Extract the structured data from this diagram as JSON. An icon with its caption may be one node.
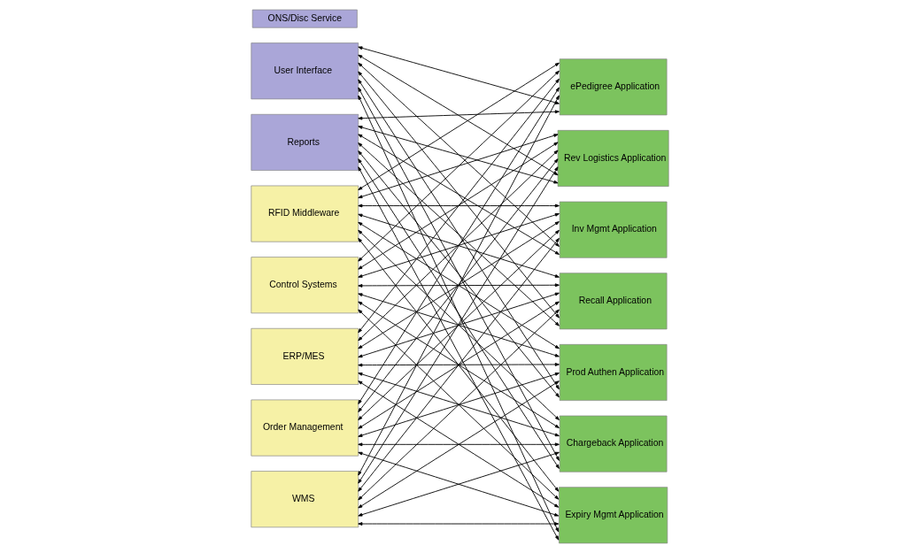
{
  "diagram": {
    "nodes": [
      {
        "text": [
          "ONS/Disc Service"
        ]
      },
      {
        "text": [
          "User Interface"
        ]
      },
      {
        "text": [
          "Reports"
        ]
      },
      {
        "text": [
          "RFID Middleware"
        ]
      },
      {
        "text": [
          "Control Systems"
        ]
      },
      {
        "text": [
          "ERP/MES"
        ]
      },
      {
        "text": [
          "Order Management"
        ]
      },
      {
        "text": [
          "WMS"
        ]
      },
      {
        "text": [
          "ePedigree Application"
        ]
      },
      {
        "text": [
          "Rev Logistics Application"
        ]
      },
      {
        "text": [
          "Inv Mgmt Application"
        ]
      },
      {
        "text": [
          "Recall Application"
        ]
      },
      {
        "text": [
          "Prod Authen Application"
        ]
      },
      {
        "text": [
          "Chargeback Application"
        ]
      },
      {
        "text": [
          "Expiry Mgmt Application"
        ]
      }
    ],
    "edges": [
      {
        "from": 3,
        "to": 8,
        "arrow": "both"
      },
      {
        "from": 3,
        "to": 9,
        "arrow": "both"
      },
      {
        "from": 3,
        "to": 10,
        "arrow": "both"
      },
      {
        "from": 3,
        "to": 11,
        "arrow": "both"
      },
      {
        "from": 3,
        "to": 12,
        "arrow": "both"
      },
      {
        "from": 3,
        "to": 13,
        "arrow": "both"
      },
      {
        "from": 3,
        "to": 14,
        "arrow": "both"
      },
      {
        "from": 4,
        "to": 8,
        "arrow": "both"
      },
      {
        "from": 4,
        "to": 9,
        "arrow": "both"
      },
      {
        "from": 4,
        "to": 10,
        "arrow": "both"
      },
      {
        "from": 4,
        "to": 11,
        "arrow": "both"
      },
      {
        "from": 4,
        "to": 12,
        "arrow": "both"
      },
      {
        "from": 4,
        "to": 13,
        "arrow": "both"
      },
      {
        "from": 4,
        "to": 14,
        "arrow": "both"
      },
      {
        "from": 5,
        "to": 8,
        "arrow": "both"
      },
      {
        "from": 5,
        "to": 9,
        "arrow": "both"
      },
      {
        "from": 5,
        "to": 10,
        "arrow": "both"
      },
      {
        "from": 5,
        "to": 11,
        "arrow": "both"
      },
      {
        "from": 5,
        "to": 12,
        "arrow": "both"
      },
      {
        "from": 5,
        "to": 13,
        "arrow": "both"
      },
      {
        "from": 5,
        "to": 14,
        "arrow": "both"
      },
      {
        "from": 6,
        "to": 8,
        "arrow": "both"
      },
      {
        "from": 6,
        "to": 9,
        "arrow": "both"
      },
      {
        "from": 6,
        "to": 10,
        "arrow": "both"
      },
      {
        "from": 6,
        "to": 11,
        "arrow": "both"
      },
      {
        "from": 6,
        "to": 12,
        "arrow": "both"
      },
      {
        "from": 6,
        "to": 13,
        "arrow": "both"
      },
      {
        "from": 6,
        "to": 14,
        "arrow": "both"
      },
      {
        "from": 7,
        "to": 8,
        "arrow": "both"
      },
      {
        "from": 7,
        "to": 9,
        "arrow": "both"
      },
      {
        "from": 7,
        "to": 10,
        "arrow": "both"
      },
      {
        "from": 7,
        "to": 11,
        "arrow": "both"
      },
      {
        "from": 7,
        "to": 12,
        "arrow": "both"
      },
      {
        "from": 7,
        "to": 13,
        "arrow": "both"
      },
      {
        "from": 7,
        "to": 14,
        "arrow": "both"
      },
      {
        "from": 1,
        "to": 8,
        "arrow": "both"
      },
      {
        "from": 1,
        "to": 9,
        "arrow": "both"
      },
      {
        "from": 1,
        "to": 10,
        "arrow": "both"
      },
      {
        "from": 1,
        "to": 11,
        "arrow": "both"
      },
      {
        "from": 1,
        "to": 12,
        "arrow": "both"
      },
      {
        "from": 1,
        "to": 13,
        "arrow": "both"
      },
      {
        "from": 1,
        "to": 14,
        "arrow": "both"
      },
      {
        "from": 2,
        "to": 8,
        "arrow": "both"
      },
      {
        "from": 2,
        "to": 9,
        "arrow": "both"
      },
      {
        "from": 2,
        "to": 10,
        "arrow": "both"
      },
      {
        "from": 2,
        "to": 11,
        "arrow": "both"
      },
      {
        "from": 2,
        "to": 12,
        "arrow": "both"
      },
      {
        "from": 2,
        "to": 13,
        "arrow": "both"
      },
      {
        "from": 2,
        "to": 14,
        "arrow": "both"
      }
    ]
  }
}
